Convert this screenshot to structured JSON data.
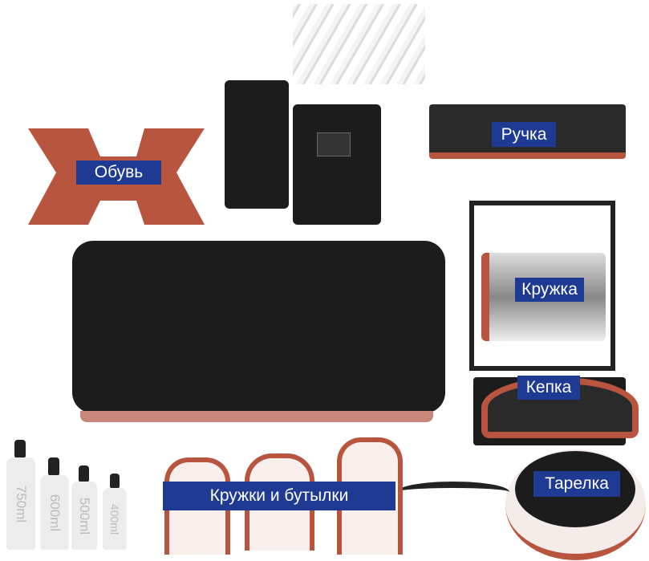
{
  "labels": {
    "shoes": "Обувь",
    "pen": "Ручка",
    "mug": "Кружка",
    "cap": "Кепка",
    "plate": "Тарелка",
    "mugs_bottles": "Кружки и бутылки"
  },
  "bottles": [
    "750ml",
    "600ml",
    "500ml",
    "400ml"
  ],
  "colors": {
    "label_bg": "#1f3a93",
    "copper": "#b8553f",
    "machine": "#1c1c1c"
  }
}
